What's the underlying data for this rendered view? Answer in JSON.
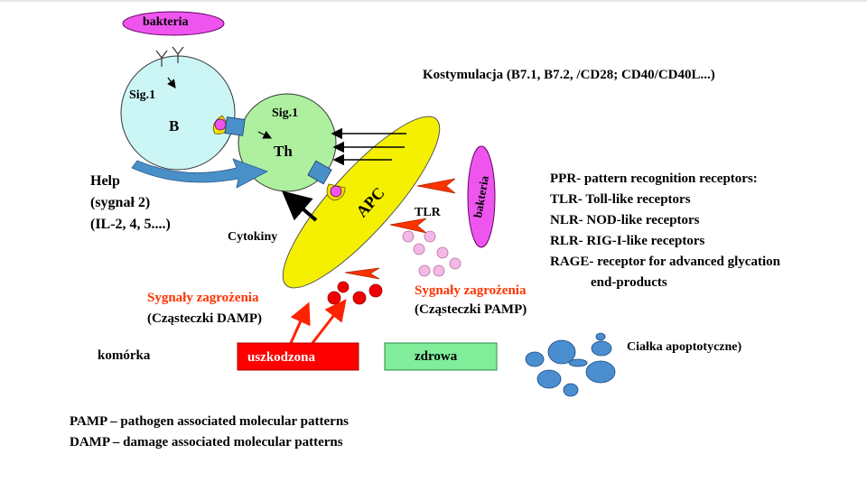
{
  "diagram": {
    "bacteria_top": "bakteria",
    "bacteria_side": "bakteria",
    "b_cell": {
      "name": "B",
      "signal": "Sig.1"
    },
    "th_cell": {
      "name": "Th",
      "signal": "Sig.1"
    },
    "apc": "APC",
    "tlr": "TLR",
    "kostymulacja": "Kostymulacja  (B7.1, B7.2, /CD28; CD40/CD40L...)",
    "help": [
      "Help",
      "(sygnał 2)",
      "(IL-2, 4, 5....)"
    ],
    "cytokiny": "Cytokiny",
    "danger_left": {
      "title": "Sygnały zagrożenia",
      "sub": "(Cząsteczki DAMP)"
    },
    "danger_right": {
      "title": "Sygnały zagrożenia",
      "sub": "(Cząsteczki PAMP)"
    },
    "komorka": "komórka",
    "damaged_cell": "uszkodzona",
    "healthy_cell": "zdrowa",
    "apoptotic": "Ciałka apoptotyczne)",
    "receptors": [
      "PPR- pattern recognition  receptors:",
      "TLR-  Toll-like  receptors",
      "NLR-  NOD-like  receptors",
      "RLR-  RIG-I-like  receptors",
      "RAGE-  receptor for advanced glycation",
      "            end-products"
    ],
    "definitions": [
      "PAMP – pathogen associated molecular patterns",
      "DAMP – damage associated molecular  patterns"
    ]
  },
  "colors": {
    "bacteria": "#ee55ee",
    "cell_fill": "#ccf6f6",
    "th_fill": "#aef0a0",
    "apc": "#f4f000",
    "receptor_blue": "#4a90c8",
    "danger_red": "#ff3300",
    "damaged": "#ff0000",
    "healthy": "#7fed9a",
    "apoptotic": "#4a8ed0",
    "pamp_pink": "#f4b8e6",
    "yellow_cup": "#f4e000"
  }
}
